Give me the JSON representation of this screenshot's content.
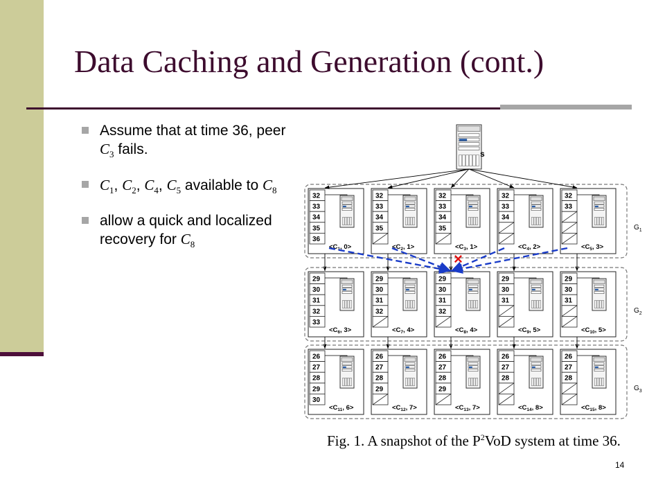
{
  "slide": {
    "title": "Data Caching and Generation (cont.)",
    "page_number": "14"
  },
  "bullets": [
    {
      "pre": "Assume that at time 36, peer ",
      "var": "C",
      "sub": "3",
      "post": " fails."
    },
    {
      "vars": [
        [
          "C",
          "1"
        ],
        [
          "C",
          "2"
        ],
        [
          "C",
          "4"
        ],
        [
          "C",
          "5"
        ]
      ],
      "post": " available to ",
      "target": [
        "C",
        "8"
      ]
    },
    {
      "pre": "allow a quick and localized recovery for ",
      "var": "C",
      "sub": "8",
      "post": ""
    }
  ],
  "figure": {
    "server_label": "s",
    "caption_prefix": "Fig. 1.   A snapshot of the P",
    "caption_sup": "2",
    "caption_suffix": "VoD system at time 36.",
    "fail_marker": "×",
    "groups": [
      {
        "label": "G",
        "label_sub": "1",
        "peers": [
          {
            "cells": [
              "32",
              "33",
              "34",
              "35",
              "36"
            ],
            "name": "C",
            "sub": "1",
            "val": "0"
          },
          {
            "cells": [
              "32",
              "33",
              "34",
              "35",
              ""
            ],
            "name": "C",
            "sub": "2",
            "val": "1"
          },
          {
            "cells": [
              "32",
              "33",
              "34",
              "35",
              ""
            ],
            "name": "C",
            "sub": "3",
            "val": "1"
          },
          {
            "cells": [
              "32",
              "33",
              "34",
              "",
              ""
            ],
            "name": "C",
            "sub": "4",
            "val": "2"
          },
          {
            "cells": [
              "32",
              "33",
              "",
              "",
              ""
            ],
            "name": "C",
            "sub": "5",
            "val": "3"
          }
        ]
      },
      {
        "label": "G",
        "label_sub": "2",
        "peers": [
          {
            "cells": [
              "29",
              "30",
              "31",
              "32",
              "33"
            ],
            "name": "C",
            "sub": "6",
            "val": "3"
          },
          {
            "cells": [
              "29",
              "30",
              "31",
              "32",
              ""
            ],
            "name": "C",
            "sub": "7",
            "val": "4"
          },
          {
            "cells": [
              "29",
              "30",
              "31",
              "32",
              ""
            ],
            "name": "C",
            "sub": "8",
            "val": "4"
          },
          {
            "cells": [
              "29",
              "30",
              "31",
              "",
              ""
            ],
            "name": "C",
            "sub": "9",
            "val": "5"
          },
          {
            "cells": [
              "29",
              "30",
              "31",
              "",
              ""
            ],
            "name": "C",
            "sub": "10",
            "val": "5"
          }
        ]
      },
      {
        "label": "G",
        "label_sub": "3",
        "peers": [
          {
            "cells": [
              "26",
              "27",
              "28",
              "29",
              "30"
            ],
            "name": "C",
            "sub": "11",
            "val": "6"
          },
          {
            "cells": [
              "26",
              "27",
              "28",
              "29",
              ""
            ],
            "name": "C",
            "sub": "12",
            "val": "7"
          },
          {
            "cells": [
              "26",
              "27",
              "28",
              "29",
              ""
            ],
            "name": "C",
            "sub": "13",
            "val": "7"
          },
          {
            "cells": [
              "26",
              "27",
              "28",
              "",
              ""
            ],
            "name": "C",
            "sub": "14",
            "val": "8"
          },
          {
            "cells": [
              "26",
              "27",
              "28",
              "",
              ""
            ],
            "name": "C",
            "sub": "15",
            "val": "8"
          }
        ]
      }
    ]
  }
}
